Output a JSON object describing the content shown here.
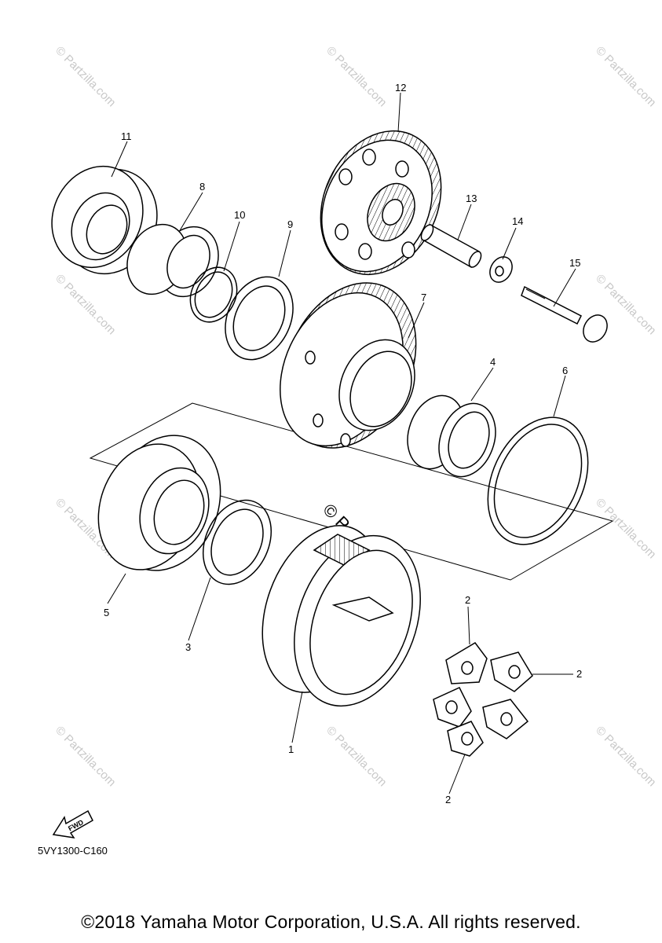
{
  "watermark_text": "© Partzilla.com",
  "callouts": [
    {
      "id": "1",
      "text": "1"
    },
    {
      "id": "2a",
      "text": "2"
    },
    {
      "id": "2b",
      "text": "2"
    },
    {
      "id": "2c",
      "text": "2"
    },
    {
      "id": "3",
      "text": "3"
    },
    {
      "id": "4",
      "text": "4"
    },
    {
      "id": "5",
      "text": "5"
    },
    {
      "id": "6",
      "text": "6"
    },
    {
      "id": "7",
      "text": "7"
    },
    {
      "id": "8",
      "text": "8"
    },
    {
      "id": "9",
      "text": "9"
    },
    {
      "id": "10",
      "text": "10"
    },
    {
      "id": "11",
      "text": "11"
    },
    {
      "id": "12",
      "text": "12"
    },
    {
      "id": "13",
      "text": "13"
    },
    {
      "id": "14",
      "text": "14"
    },
    {
      "id": "15",
      "text": "15"
    }
  ],
  "fwd_label": "FWD",
  "part_code": "5VY1300-C160",
  "copyright": "©2018 Yamaha Motor Corporation, U.S.A. All rights reserved."
}
